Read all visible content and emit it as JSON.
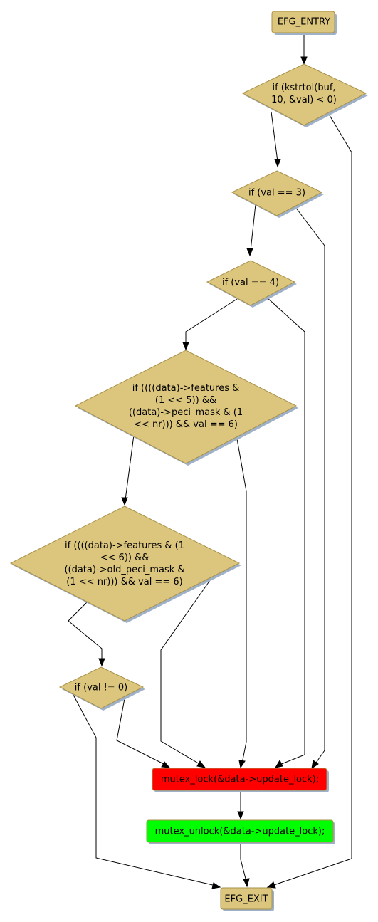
{
  "colors": {
    "node_fill": "#dcc67e",
    "node_stroke": "#a89048",
    "shadow": "#9fb1c8",
    "lock_fill": "#ff0000",
    "unlock_fill": "#00ff00"
  },
  "nodes": {
    "entry": {
      "text": [
        "EFG_ENTRY"
      ]
    },
    "cond_kstrtol": {
      "text": [
        "if (kstrtol(buf,",
        "10, &val) < 0)"
      ]
    },
    "cond_val3": {
      "text": [
        "if (val == 3)"
      ]
    },
    "cond_val4": {
      "text": [
        "if (val == 4)"
      ]
    },
    "cond_features5": {
      "text": [
        "if ((((data)->features &",
        "(1 << 5)) &&",
        "((data)->peci_mask & (1",
        "<< nr))) && val == 6)"
      ]
    },
    "cond_features6": {
      "text": [
        "if ((((data)->features & (1",
        "<< 6)) &&",
        "((data)->old_peci_mask &",
        "(1 << nr))) && val == 6)"
      ]
    },
    "cond_val_ne0": {
      "text": [
        "if (val != 0)"
      ]
    },
    "mutex_lock": {
      "text": [
        "mutex_lock(&data->update_lock);"
      ]
    },
    "mutex_unlock": {
      "text": [
        "mutex_unlock(&data->update_lock);"
      ]
    },
    "exit": {
      "text": [
        "EFG_EXIT"
      ]
    }
  }
}
